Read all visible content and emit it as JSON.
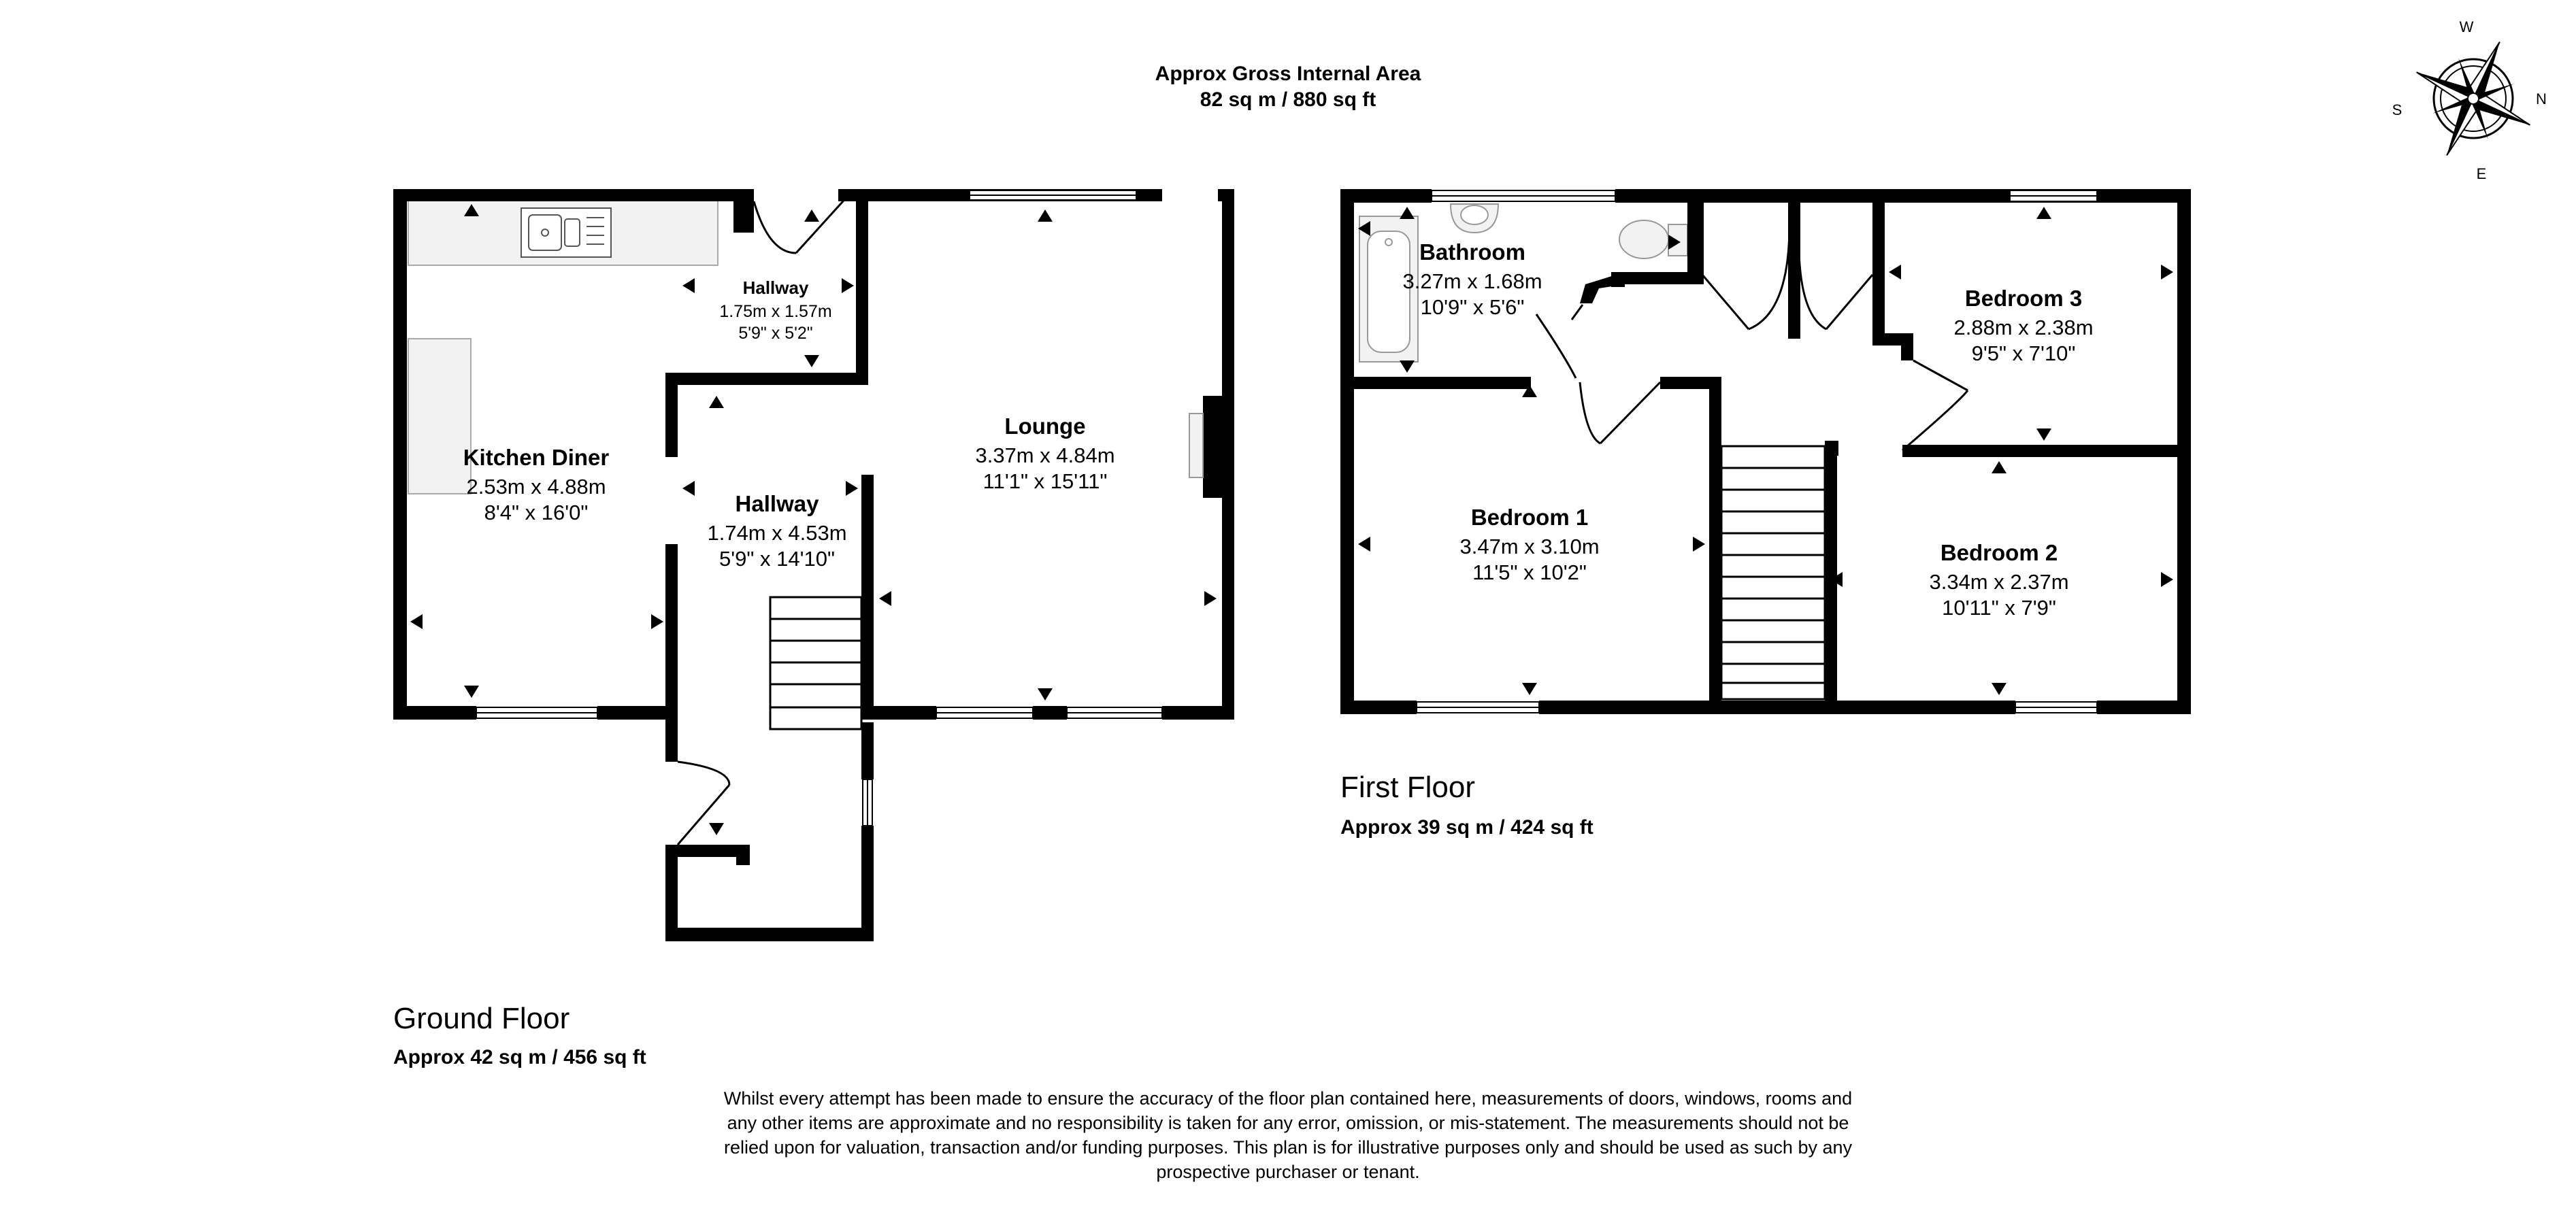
{
  "header": {
    "title": "Approx Gross Internal Area",
    "area": "82 sq m / 880 sq ft"
  },
  "compass": {
    "letters": [
      "W",
      "N",
      "E",
      "S"
    ],
    "icon": "compass-rose-icon"
  },
  "ground_floor": {
    "title": "Ground Floor",
    "area": "Approx 42 sq m / 456 sq ft",
    "rooms": [
      {
        "name": "Kitchen Diner",
        "metric": "2.53m x 4.88m",
        "imperial": "8'4\" x 16'0\""
      },
      {
        "name": "Hallway",
        "metric": "1.75m x 1.57m",
        "imperial": "5'9\" x 5'2\""
      },
      {
        "name": "Lounge",
        "metric": "3.37m x 4.84m",
        "imperial": "11'1\" x 15'11\""
      },
      {
        "name": "Hallway",
        "metric": "1.74m x 4.53m",
        "imperial": "5'9\" x 14'10\""
      }
    ]
  },
  "first_floor": {
    "title": "First Floor",
    "area": "Approx 39 sq m / 424 sq ft",
    "rooms": [
      {
        "name": "Bathroom",
        "metric": "3.27m x 1.68m",
        "imperial": "10'9\" x 5'6\""
      },
      {
        "name": "Bedroom 3",
        "metric": "2.88m x 2.38m",
        "imperial": "9'5\" x 7'10\""
      },
      {
        "name": "Bedroom 1",
        "metric": "3.47m x 3.10m",
        "imperial": "11'5\" x 10'2\""
      },
      {
        "name": "Bedroom 2",
        "metric": "3.34m x 2.37m",
        "imperial": "10'11\" x 7'9\""
      }
    ]
  },
  "disclaimer": [
    "Whilst every attempt has been made to ensure the accuracy of the floor plan contained here, measurements of doors, windows, rooms and",
    "any other items are approximate and no responsibility is taken for any error, omission, or mis-statement. The measurements should not be",
    "relied upon for valuation, transaction and/or funding purposes. This plan is for illustrative purposes only and should be used as such by any",
    "prospective purchaser or tenant."
  ],
  "colors": {
    "wall": "#000000",
    "fixture_fill": "#f2f2f2",
    "fixture_stroke": "#999999",
    "window_fill": "#ffffff"
  }
}
